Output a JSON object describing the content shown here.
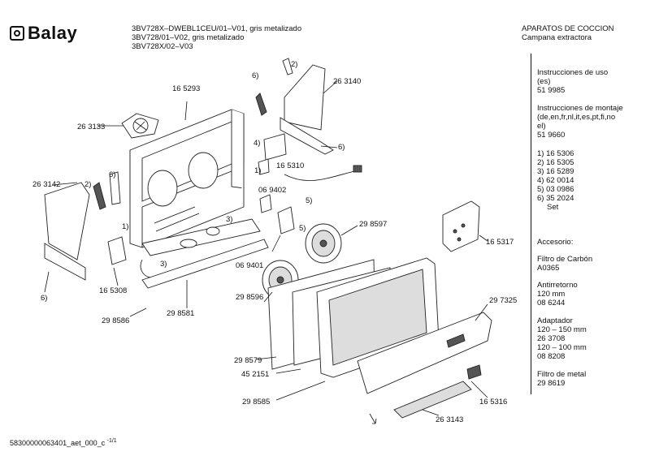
{
  "brand": "Balay",
  "models": [
    "3BV728X–DWEBL1CEU/01–V01, gris metalizado",
    "3BV728/01–V02, gris metalizado",
    "3BV728X/02–V03"
  ],
  "category": [
    "APARATOS DE COCCION",
    "Campana extractora"
  ],
  "sidebar": {
    "instr_uso": [
      "Instrucciones de uso",
      "(es)",
      "51 9985"
    ],
    "instr_montaje": [
      "Instrucciones de montaje",
      "(de,en,fr,nl,it,es,pt,fi,no",
      "el)",
      "51 9660"
    ],
    "set_list": [
      "1) 16 5306",
      "2) 16 5305",
      "3) 16 5289",
      "4) 62 0014",
      "5) 03 0986",
      "6) 35 2024",
      "Set"
    ],
    "accesorio": "Accesorio:",
    "filtro_carbon": [
      "Filtro de Carbón",
      "A0365"
    ],
    "antirretorno": [
      "Antirretorno",
      "120 mm",
      "08 6244"
    ],
    "adaptador": [
      "Adaptador",
      "120 – 150 mm",
      "26 3708",
      "120 – 100 mm",
      "08 8208"
    ],
    "filtro_metal": [
      "Filtro de metal",
      "29 8619"
    ]
  },
  "labels": {
    "l165293": "16 5293",
    "l263133": "26 3133",
    "l6a": "6)",
    "l2a": "2)",
    "l263140": "26 3140",
    "l4": "4)",
    "l6b": "6)",
    "l1a": "1)",
    "l165310": "16 5310",
    "l263142": "26 3142",
    "l6c": "6)",
    "l2b": "2)",
    "l3a": "3)",
    "l069402": "06 9402",
    "l5a": "5)",
    "l298597": "29 8597",
    "l1b": "1)",
    "l3b": "3)",
    "l5b": "5)",
    "l165317": "16 5317",
    "l165308": "16 5308",
    "l6d": "6)",
    "l069401": "06 9401",
    "l298596": "29 8596",
    "l298586": "29 8586",
    "l298581": "29 8581",
    "l297325": "29 7325",
    "l298579": "29 8579",
    "l452151": "45 2151",
    "l298585": "29 8585",
    "l165316": "16 5316",
    "l263143": "26 3143"
  },
  "footer": "58300000063401_aet_000_c",
  "page": "-1/1"
}
